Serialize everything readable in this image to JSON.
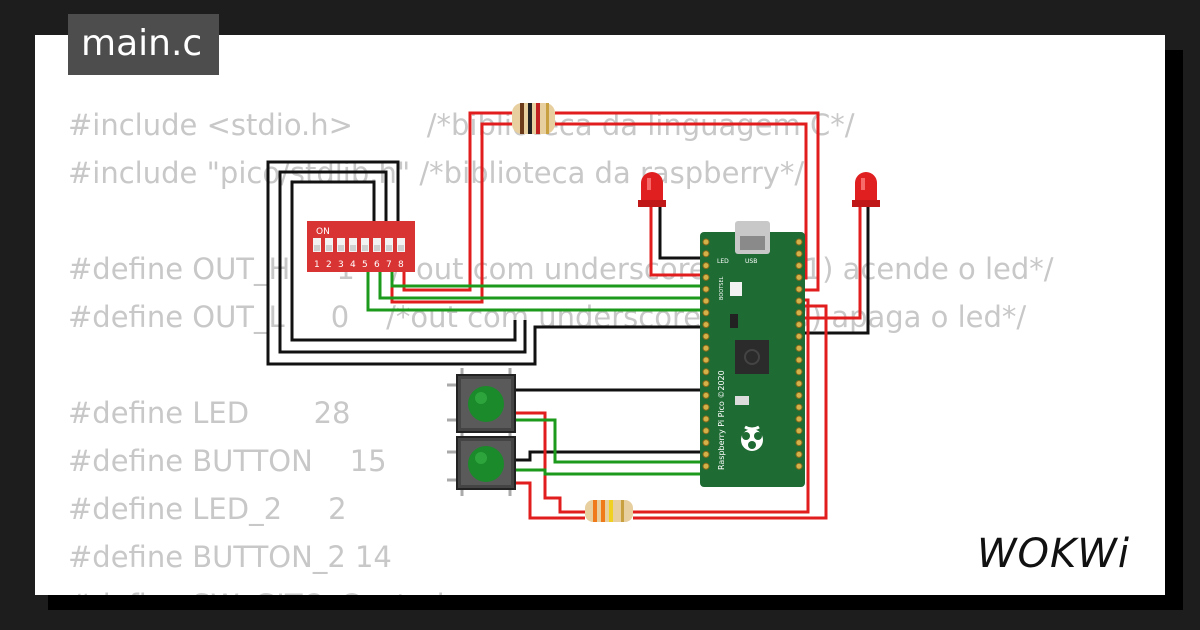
{
  "editor": {
    "file_name": "main.c",
    "code_lines": [
      "#include <stdio.h>        /*biblioteca da linguagem C*/",
      "#include \"pico/stdlib.h\" /*biblioteca da raspberry*/",
      "",
      "#define OUT_H     1    /*out com underscore H (ou 1) acende o led*/",
      "#define OUT_L     0    /*out com underscore L (ou 0) apaga o led*/",
      "",
      "#define LED       28",
      "#define BUTTON    15",
      "#define LED_2     2",
      "#define BUTTON_2 14",
      "#define SW_GITO_Control_... "
    ]
  },
  "circuit": {
    "dip_switch": {
      "on_label": "ON",
      "numbers": [
        "1",
        "2",
        "3",
        "4",
        "5",
        "6",
        "7",
        "8"
      ]
    },
    "pico": {
      "led_label": "LED",
      "usb_label": "USB",
      "bootsel_label": "BOOTSEL",
      "board_text": "Raspberry Pi Pico ©2020"
    },
    "colors": {
      "wire_red": "#e11d1d",
      "wire_green": "#1c9a1c",
      "wire_black": "#111111",
      "board_green": "#1e6b34",
      "dip_red": "#d93434",
      "button_green": "#1a8a2a"
    }
  },
  "brand": {
    "logo_text": "WOKWi"
  }
}
